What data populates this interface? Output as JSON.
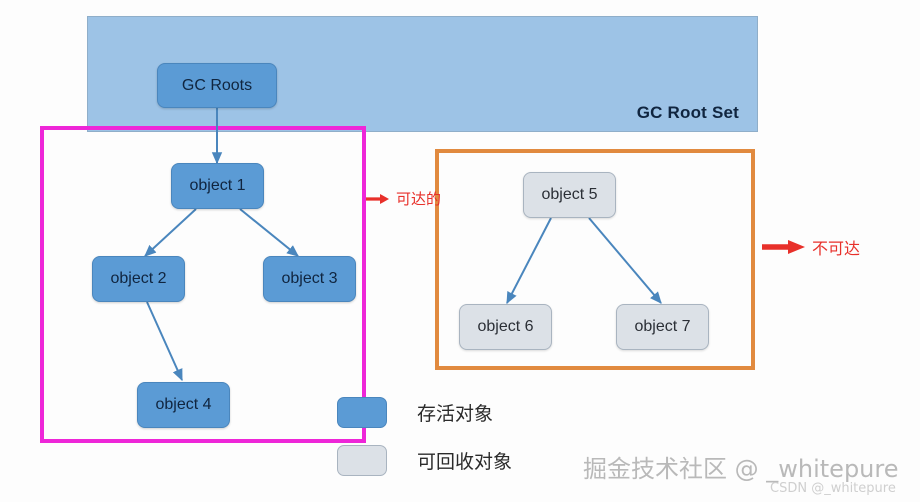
{
  "diagram": {
    "title_label": "GC Root Set",
    "root_node": {
      "label": "GC Roots"
    },
    "reachable_region": {
      "border_color": "#EE26D8",
      "nodes": [
        {
          "id": "object1",
          "label": "object 1",
          "state": "live"
        },
        {
          "id": "object2",
          "label": "object 2",
          "state": "live"
        },
        {
          "id": "object3",
          "label": "object 3",
          "state": "live"
        },
        {
          "id": "object4",
          "label": "object 4",
          "state": "live"
        }
      ]
    },
    "unreachable_region": {
      "border_color": "#E18A3F",
      "nodes": [
        {
          "id": "object5",
          "label": "object 5",
          "state": "garbage"
        },
        {
          "id": "object6",
          "label": "object 6",
          "state": "garbage"
        },
        {
          "id": "object7",
          "label": "object 7",
          "state": "garbage"
        }
      ]
    },
    "annotations": [
      {
        "id": "reachable",
        "label": "可达的",
        "color": "#e8302a",
        "icon": "right-arrow-icon"
      },
      {
        "id": "unreachable",
        "label": "不可达",
        "color": "#e8302a",
        "icon": "right-arrow-icon"
      }
    ],
    "legend": [
      {
        "id": "live",
        "label": "存活对象",
        "swatch_color": "#5B9BD5"
      },
      {
        "id": "garbage",
        "label": "可回收对象",
        "swatch_color": "#DCE1E7"
      }
    ],
    "edges": [
      {
        "from": "GC Roots",
        "to": "object 1"
      },
      {
        "from": "object 1",
        "to": "object 2"
      },
      {
        "from": "object 1",
        "to": "object 3"
      },
      {
        "from": "object 2",
        "to": "object 4"
      },
      {
        "from": "object 5",
        "to": "object 6"
      },
      {
        "from": "object 5",
        "to": "object 7"
      }
    ]
  },
  "watermark": {
    "main": "掘金技术社区 @ _whitepure",
    "sub": "CSDN @_whitepure"
  }
}
